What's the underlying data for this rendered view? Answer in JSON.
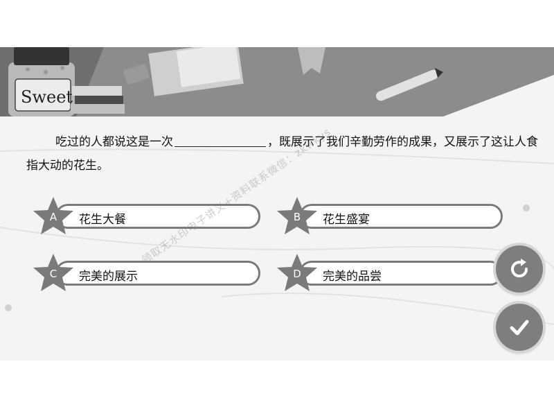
{
  "banner": {
    "sticker_text": "Sweet"
  },
  "question": {
    "text_before": "吃过的人都说这是一次",
    "text_after": "，既展示了我们辛勤劳作的成果，又展示了这让人食指大动的花生。"
  },
  "options": [
    {
      "letter": "A",
      "label": "花生大餐"
    },
    {
      "letter": "B",
      "label": "花生盛宴"
    },
    {
      "letter": "C",
      "label": "完美的展示"
    },
    {
      "letter": "D",
      "label": "完美的品尝"
    }
  ],
  "controls": {
    "reset_icon": "refresh-icon",
    "submit_icon": "check-icon"
  },
  "watermark": "领取无水印电子讲义+资料联系微信：zkwkys",
  "colors": {
    "stage_bg": "#f4f4f4",
    "banner_bg": "#8c8c8c",
    "star_fill": "#7a7a7a",
    "button_fill": "#7e7e7e"
  }
}
